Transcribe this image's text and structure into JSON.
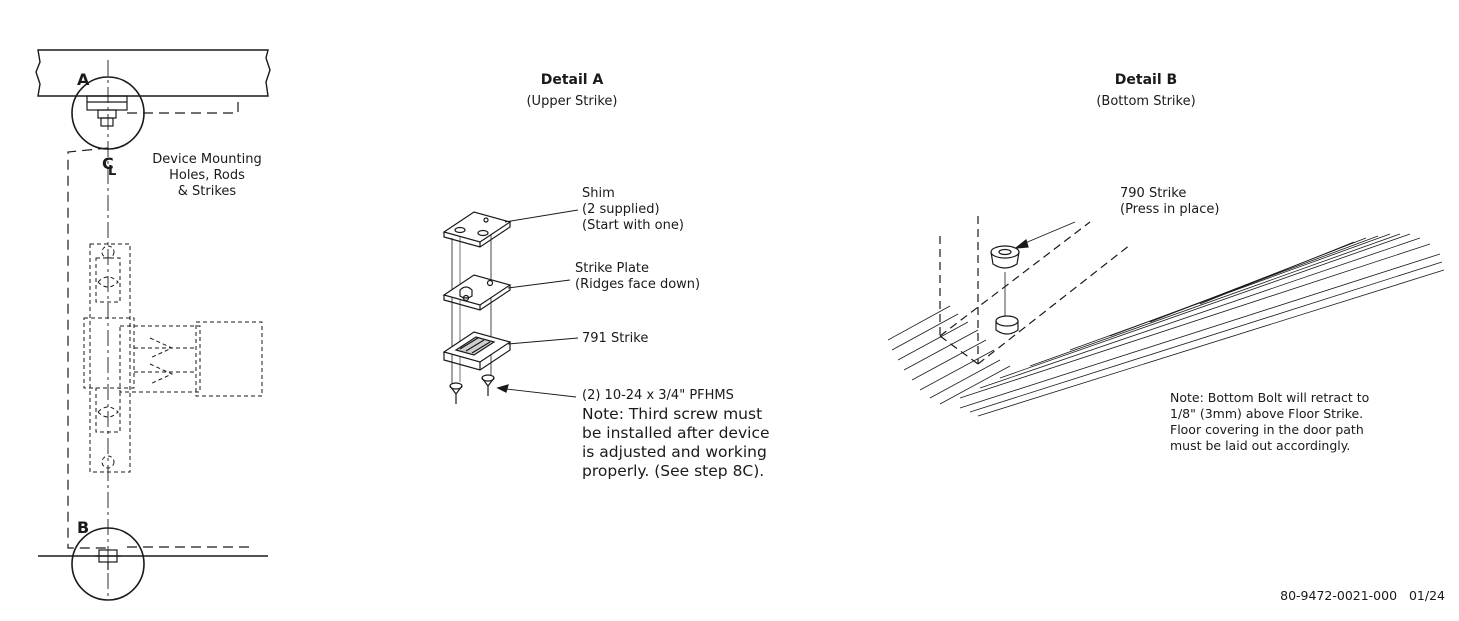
{
  "left_elevation": {
    "label_a": "A",
    "label_b": "B",
    "centerline": "C",
    "centerline_sub": "L",
    "mounting_note": [
      "Device Mounting",
      "Holes, Rods",
      "& Strikes"
    ]
  },
  "detail_a": {
    "title": "Detail A",
    "subtitle": "(Upper Strike)",
    "shim": [
      "Shim",
      "(2 supplied)",
      "(Start with one)"
    ],
    "strike_plate": [
      "Strike Plate",
      "(Ridges face down)"
    ],
    "strike_791": "791 Strike",
    "screws": "(2) 10-24 x 3/4\" PFHMS",
    "note": [
      "Note: Third screw must",
      "be installed after device",
      "is adjusted and working",
      "properly. (See step 8C)."
    ]
  },
  "detail_b": {
    "title": "Detail B",
    "subtitle": "(Bottom Strike)",
    "strike_790": [
      "790 Strike",
      "(Press in place)"
    ],
    "note": [
      "Note: Bottom Bolt will retract to",
      "1/8\" (3mm) above Floor Strike.",
      "Floor covering in the door path",
      "must be laid out accordingly."
    ]
  },
  "footer": {
    "doc_number": "80-9472-0021-000   01/24"
  }
}
